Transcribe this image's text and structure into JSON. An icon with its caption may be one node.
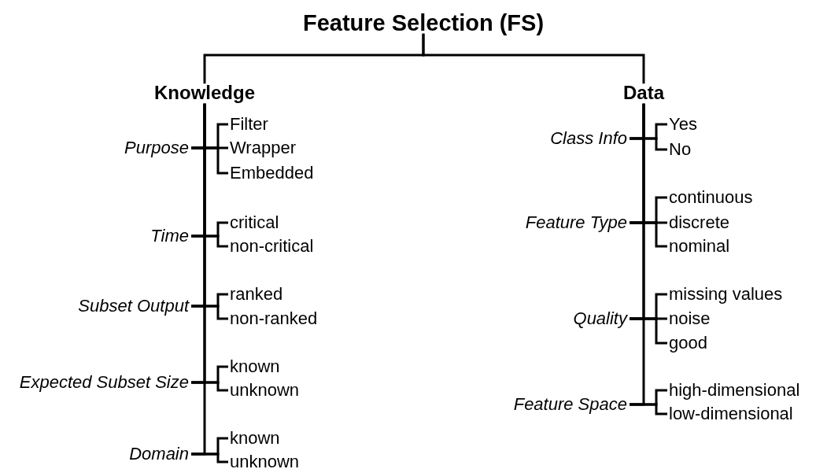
{
  "diagram": {
    "nodes": [
      {
        "text": [
          "Feature Selection (FS)"
        ]
      },
      {
        "text": [
          "Knowledge"
        ]
      },
      {
        "text": [
          "Data"
        ]
      },
      {
        "text": [
          "Purpose"
        ]
      },
      {
        "text": [
          "Filter"
        ]
      },
      {
        "text": [
          "Wrapper"
        ]
      },
      {
        "text": [
          "Embedded"
        ]
      },
      {
        "text": [
          "Time"
        ]
      },
      {
        "text": [
          "critical"
        ]
      },
      {
        "text": [
          "non-critical"
        ]
      },
      {
        "text": [
          "Subset Output"
        ]
      },
      {
        "text": [
          "ranked"
        ]
      },
      {
        "text": [
          "non-ranked"
        ]
      },
      {
        "text": [
          "Expected Subset Size"
        ]
      },
      {
        "text": [
          "known"
        ]
      },
      {
        "text": [
          "unknown"
        ]
      },
      {
        "text": [
          "Domain"
        ]
      },
      {
        "text": [
          "known"
        ]
      },
      {
        "text": [
          "unknown"
        ]
      },
      {
        "text": [
          "Class Info"
        ]
      },
      {
        "text": [
          "Yes"
        ]
      },
      {
        "text": [
          "No"
        ]
      },
      {
        "text": [
          "Feature Type"
        ]
      },
      {
        "text": [
          "continuous"
        ]
      },
      {
        "text": [
          "discrete"
        ]
      },
      {
        "text": [
          "nominal"
        ]
      },
      {
        "text": [
          "Quality"
        ]
      },
      {
        "text": [
          "missing values"
        ]
      },
      {
        "text": [
          "noise"
        ]
      },
      {
        "text": [
          "good"
        ]
      },
      {
        "text": [
          "Feature Space"
        ]
      },
      {
        "text": [
          "high-dimensional"
        ]
      },
      {
        "text": [
          "low-dimensional"
        ]
      }
    ],
    "edges": [
      {
        "from": 0,
        "to": 1,
        "arrow": "none"
      },
      {
        "from": 0,
        "to": 2,
        "arrow": "none"
      },
      {
        "from": 1,
        "to": 3,
        "arrow": "none"
      },
      {
        "from": 1,
        "to": 7,
        "arrow": "none"
      },
      {
        "from": 1,
        "to": 10,
        "arrow": "none"
      },
      {
        "from": 1,
        "to": 13,
        "arrow": "none"
      },
      {
        "from": 1,
        "to": 16,
        "arrow": "none"
      },
      {
        "from": 3,
        "to": 4,
        "arrow": "none"
      },
      {
        "from": 3,
        "to": 5,
        "arrow": "none"
      },
      {
        "from": 3,
        "to": 6,
        "arrow": "none"
      },
      {
        "from": 7,
        "to": 8,
        "arrow": "none"
      },
      {
        "from": 7,
        "to": 9,
        "arrow": "none"
      },
      {
        "from": 10,
        "to": 11,
        "arrow": "none"
      },
      {
        "from": 10,
        "to": 12,
        "arrow": "none"
      },
      {
        "from": 13,
        "to": 14,
        "arrow": "none"
      },
      {
        "from": 13,
        "to": 15,
        "arrow": "none"
      },
      {
        "from": 16,
        "to": 17,
        "arrow": "none"
      },
      {
        "from": 16,
        "to": 18,
        "arrow": "none"
      },
      {
        "from": 2,
        "to": 19,
        "arrow": "none"
      },
      {
        "from": 2,
        "to": 22,
        "arrow": "none"
      },
      {
        "from": 2,
        "to": 26,
        "arrow": "none"
      },
      {
        "from": 2,
        "to": 30,
        "arrow": "none"
      },
      {
        "from": 19,
        "to": 20,
        "arrow": "none"
      },
      {
        "from": 19,
        "to": 21,
        "arrow": "none"
      },
      {
        "from": 22,
        "to": 23,
        "arrow": "none"
      },
      {
        "from": 22,
        "to": 24,
        "arrow": "none"
      },
      {
        "from": 22,
        "to": 25,
        "arrow": "none"
      },
      {
        "from": 26,
        "to": 27,
        "arrow": "none"
      },
      {
        "from": 26,
        "to": 28,
        "arrow": "none"
      },
      {
        "from": 26,
        "to": 29,
        "arrow": "none"
      },
      {
        "from": 30,
        "to": 31,
        "arrow": "none"
      },
      {
        "from": 30,
        "to": 32,
        "arrow": "none"
      }
    ]
  }
}
